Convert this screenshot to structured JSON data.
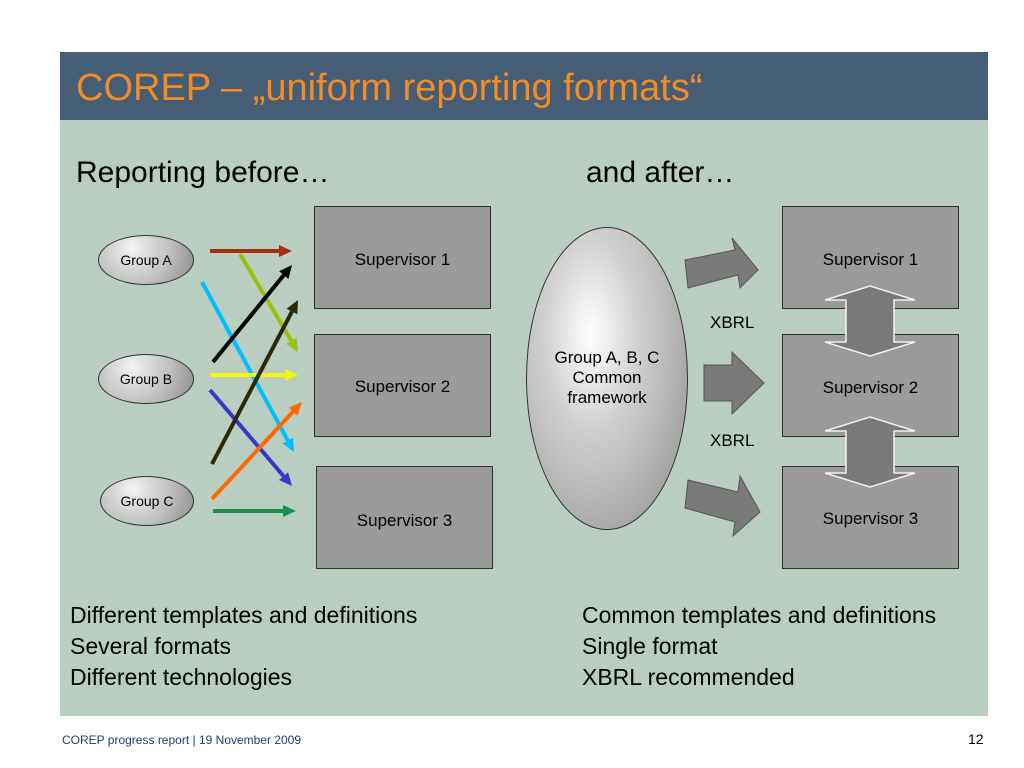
{
  "title": "COREP – „uniform reporting formats“",
  "before": {
    "heading": "Reporting before…",
    "groups": [
      "Group A",
      "Group B",
      "Group C"
    ],
    "supervisors": [
      "Supervisor 1",
      "Supervisor 2",
      "Supervisor 3"
    ],
    "arrow_colors": [
      "#a0320f",
      "#9bc00a",
      "#00bfff",
      "#000000",
      "#f6f60a",
      "#3a36c8",
      "#2a2a0a",
      "#ff6a00",
      "#1d9050"
    ],
    "points": [
      "Different templates and definitions",
      "Several formats",
      "Different technologies"
    ]
  },
  "after": {
    "heading": "and after…",
    "framework": [
      "Group A, B, C",
      "Common",
      "framework"
    ],
    "supervisors": [
      "Supervisor 1",
      "Supervisor 2",
      "Supervisor 3"
    ],
    "xbrl_labels": [
      "XBRL",
      "XBRL"
    ],
    "points": [
      "Common templates and definitions",
      "Single format",
      "XBRL recommended"
    ]
  },
  "footer": {
    "text": "COREP progress report  | 19 November 2009",
    "page": "12"
  }
}
